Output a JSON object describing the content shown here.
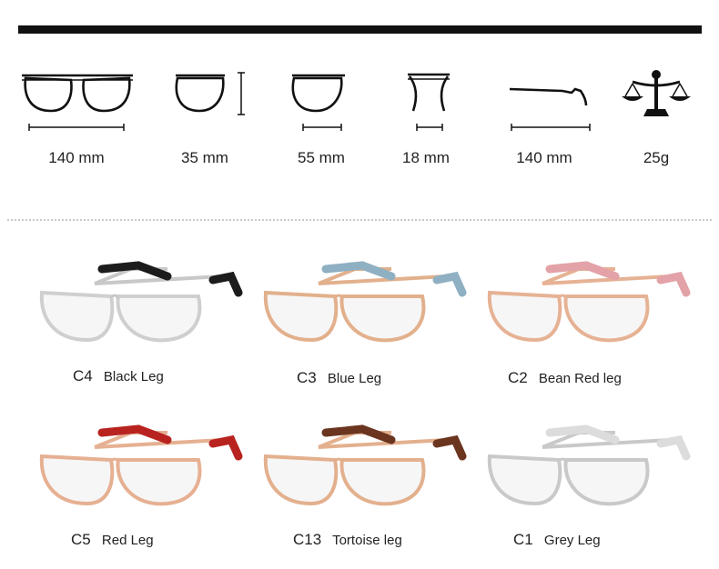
{
  "specs": [
    {
      "label": "140 mm",
      "icon": "full-width-icon"
    },
    {
      "label": "35 mm",
      "icon": "lens-height-icon"
    },
    {
      "label": "55 mm",
      "icon": "lens-width-icon"
    },
    {
      "label": "18 mm",
      "icon": "bridge-width-icon"
    },
    {
      "label": "140 mm",
      "icon": "temple-length-icon"
    },
    {
      "label": "25g",
      "icon": "scale-weight-icon"
    }
  ],
  "variants": [
    {
      "code": "C4",
      "name": "Black Leg",
      "leg_color": "#1c1c1c",
      "frame_color": "#c8c8c8"
    },
    {
      "code": "C3",
      "name": "Blue Leg",
      "leg_color": "#8fb0c2",
      "frame_color": "#e2b08c"
    },
    {
      "code": "C2",
      "name": "Bean Red leg",
      "leg_color": "#e3a2a8",
      "frame_color": "#e6b294"
    },
    {
      "code": "C5",
      "name": "Red Leg",
      "leg_color": "#b8231f",
      "frame_color": "#e6b092"
    },
    {
      "code": "C13",
      "name": "Tortoise leg",
      "leg_color": "#6b3520",
      "frame_color": "#e3b08e"
    },
    {
      "code": "C1",
      "name": "Grey Leg",
      "leg_color": "#dcdcdc",
      "frame_color": "#c9c9c9"
    }
  ]
}
